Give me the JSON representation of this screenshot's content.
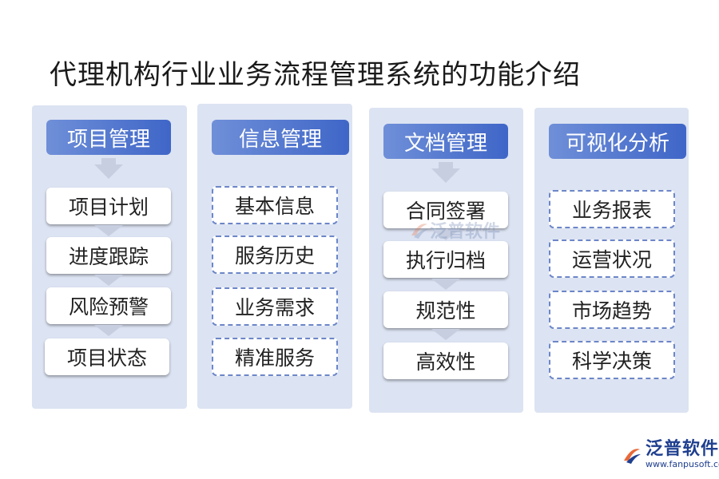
{
  "title": "代理机构行业业务流程管理系统的功能介绍",
  "colors": {
    "panel": "#dce3f2",
    "header_start": "#6f8fd8",
    "header_end": "#3f66c8",
    "dash": "#6c86c8",
    "logo": "#1f3f8f"
  },
  "columns": [
    {
      "header": "项目管理",
      "items": [
        "项目计划",
        "进度跟踪",
        "风险预警",
        "项目状态"
      ]
    },
    {
      "header": "信息管理",
      "items": [
        "基本信息",
        "服务历史",
        "业务需求",
        "精准服务"
      ]
    },
    {
      "header": "文档管理",
      "items": [
        "合同签署",
        "执行归档",
        "规范性",
        "高效性"
      ]
    },
    {
      "header": "可视化分析",
      "items": [
        "业务报表",
        "运营状况",
        "市场趋势",
        "科学决策"
      ]
    }
  ],
  "logo": {
    "name": "泛普软件",
    "url": "www.fanpusoft.com",
    "icon": "fanpu-logo-icon"
  },
  "watermark": {
    "name": "泛普软件"
  }
}
